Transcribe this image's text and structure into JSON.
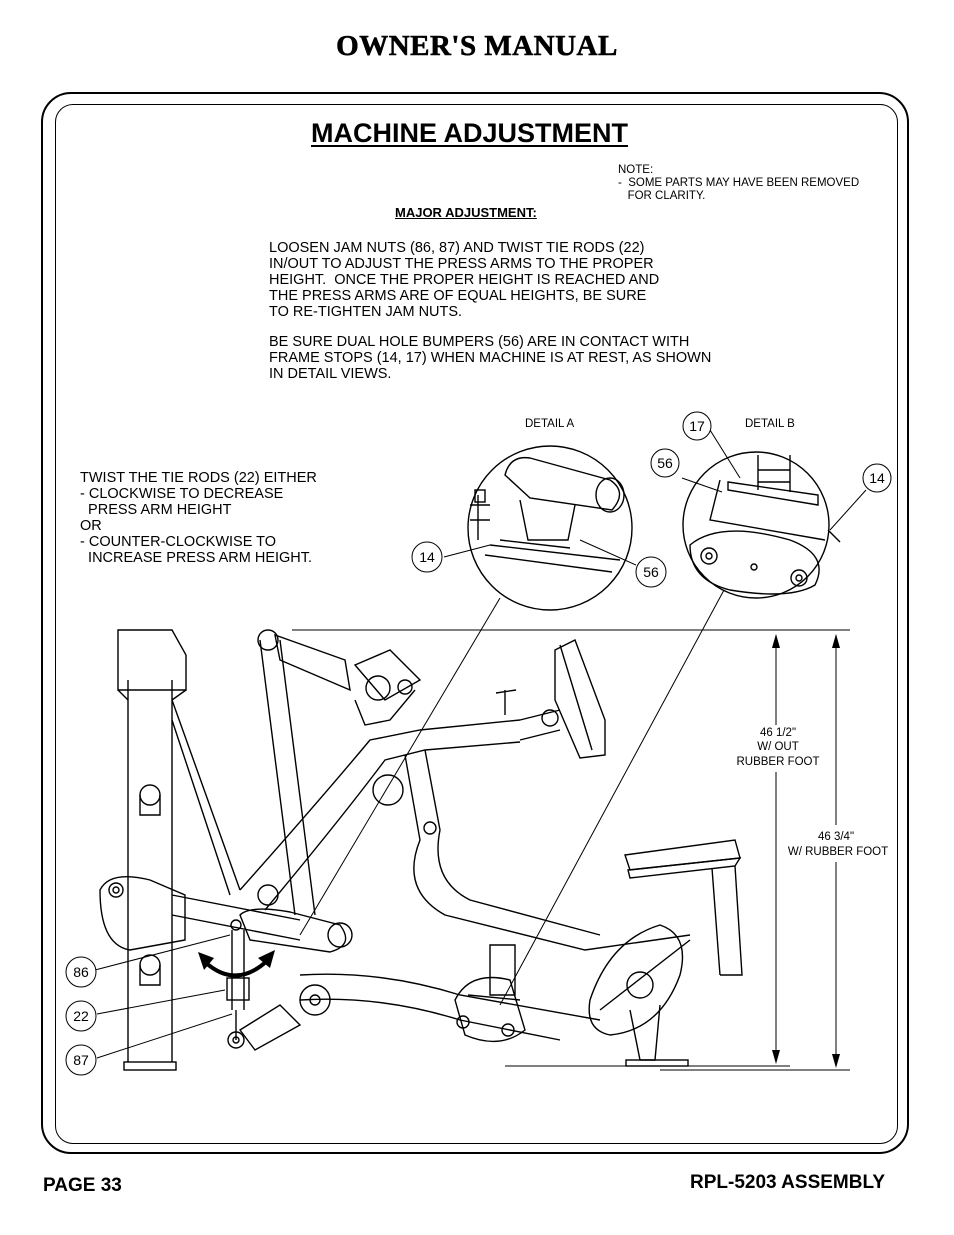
{
  "header": {
    "title": "OWNER'S MANUAL"
  },
  "section": {
    "title": "MACHINE ADJUSTMENT"
  },
  "note": {
    "text": "NOTE:\n-  SOME PARTS MAY HAVE BEEN REMOVED\n   FOR CLARITY."
  },
  "major": {
    "heading": "MAJOR ADJUSTMENT:",
    "paragraph1": "LOOSEN JAM NUTS (86, 87) AND TWIST TIE RODS (22)\nIN/OUT TO ADJUST THE PRESS ARMS TO THE PROPER\nHEIGHT.  ONCE THE PROPER HEIGHT IS REACHED AND\nTHE PRESS ARMS ARE OF EQUAL HEIGHTS, BE SURE\nTO RE-TIGHTEN JAM NUTS.",
    "paragraph2": "BE SURE DUAL HOLE BUMPERS (56) ARE IN CONTACT WITH\nFRAME STOPS (14, 17) WHEN MACHINE IS AT REST, AS SHOWN\nIN DETAIL VIEWS."
  },
  "twist": {
    "text": "TWIST THE TIE RODS (22) EITHER\n- CLOCKWISE TO DECREASE\n  PRESS ARM HEIGHT\nOR\n- COUNTER-CLOCKWISE TO\n  INCREASE PRESS ARM HEIGHT."
  },
  "details": {
    "a_label": "DETAIL A",
    "b_label": "DETAIL B"
  },
  "callouts": {
    "c17": "17",
    "c56_b": "56",
    "c14_b": "14",
    "c14_a": "14",
    "c56_a": "56",
    "c86": "86",
    "c22": "22",
    "c87": "87"
  },
  "dimensions": {
    "inner_1": "46 1/2\"",
    "inner_2": "W/ OUT",
    "inner_3": "RUBBER FOOT",
    "outer_1": "46 3/4\"",
    "outer_2": "W/ RUBBER FOOT"
  },
  "footer": {
    "page": "PAGE 33",
    "assembly": "RPL-5203 ASSEMBLY"
  }
}
